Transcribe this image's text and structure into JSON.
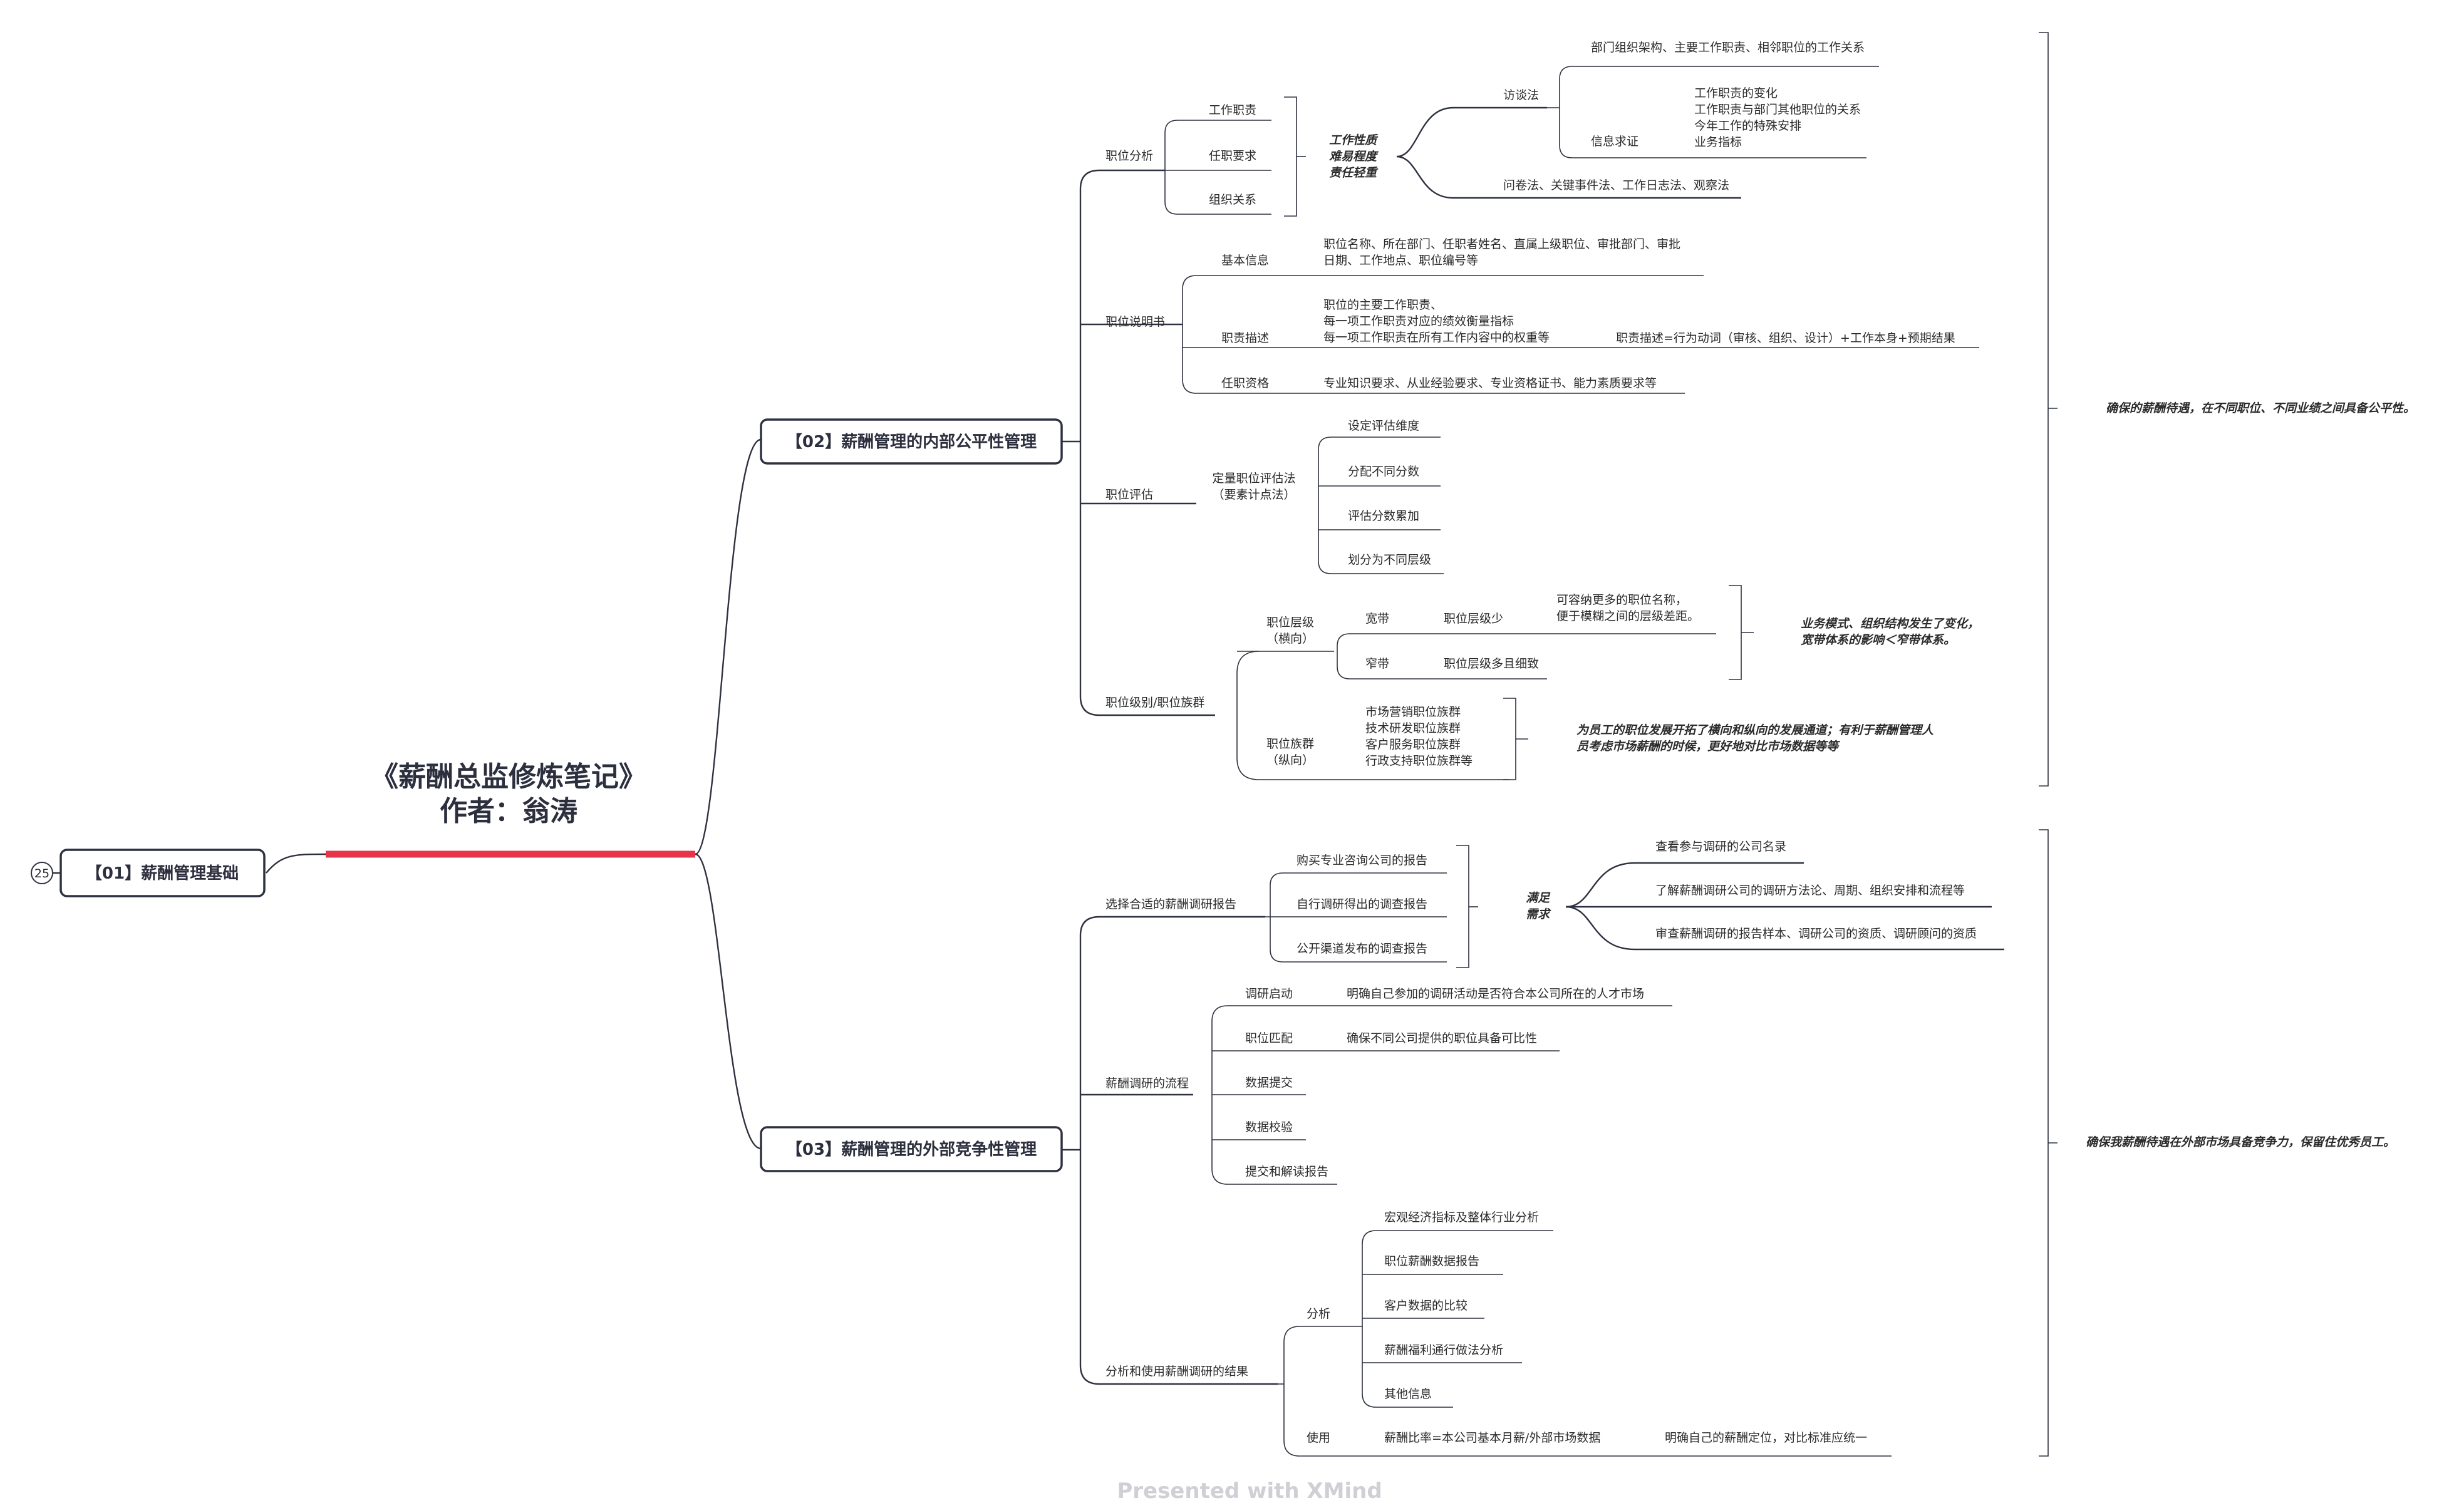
{
  "root": {
    "line1": "《薪酬总监修炼笔记》",
    "line2": "作者：翁涛"
  },
  "collapsed_count": "25",
  "b01": "【01】薪酬管理基础",
  "b02": "【02】薪酬管理的内部公平性管理",
  "b03": "【03】薪酬管理的外部竞争性管理",
  "watermark": "Presented with XMind",
  "s02": {
    "summary": "确保的薪酬待遇，在不同职位、不同业绩之间具备公平性。",
    "job_analysis": {
      "label": "职位分析",
      "items": [
        "工作职责",
        "任职要求",
        "组织关系"
      ],
      "focus": [
        "工作性质",
        "难易程度",
        "责任轻重"
      ],
      "interview": "访谈法",
      "interview_detail": "部门组织架构、主要工作职责、相邻职位的工作关系",
      "info_seek": "信息求证",
      "info_items": [
        "工作职责的变化",
        "工作职责与部门其他职位的关系",
        "今年工作的特殊安排",
        "业务指标"
      ],
      "other_methods": "问卷法、关键事件法、工作日志法、观察法"
    },
    "job_desc": {
      "label": "职位说明书",
      "basic": "基本信息",
      "basic_detail": [
        "职位名称、所在部门、任职者姓名、直属上级职位、审批部门、审批",
        "日期、工作地点、职位编号等"
      ],
      "duty": "职责描述",
      "duty_detail": [
        "职位的主要工作职责、",
        "每一项工作职责对应的绩效衡量指标",
        "每一项工作职责在所有工作内容中的权重等"
      ],
      "duty_formula": "职责描述=行为动词（审核、组织、设计）+工作本身+预期结果",
      "qual": "任职资格",
      "qual_detail": "专业知识要求、从业经验要求、专业资格证书、能力素质要求等"
    },
    "job_eval": {
      "label": "职位评估",
      "method": [
        "定量职位评估法",
        "（要素计点法）"
      ],
      "steps": [
        "设定评估维度",
        "分配不同分数",
        "评估分数累加",
        "划分为不同层级"
      ]
    },
    "job_level": {
      "label": "职位级别/职位族群",
      "horizontal": [
        "职位层级",
        "（横向）"
      ],
      "wide": "宽带",
      "wide_detail": "职位层级少",
      "wide_note": [
        "可容纳更多的职位名称，",
        "便于模糊之间的层级差距。"
      ],
      "narrow": "窄带",
      "narrow_detail": "职位层级多且细致",
      "band_note": [
        "业务模式、组织结构发生了变化，",
        "宽带体系的影响＜窄带体系。"
      ],
      "vertical": [
        "职位族群",
        "（纵向）"
      ],
      "families": [
        "市场营销职位族群",
        "技术研发职位族群",
        "客户服务职位族群",
        "行政支持职位族群等"
      ],
      "family_note": [
        "为员工的职位发展开拓了横向和纵向的发展通道；有利于薪酬管理人",
        "员考虑市场薪酬的时候，更好地对比市场数据等等"
      ]
    }
  },
  "s03": {
    "summary": "确保我薪酬待遇在外部市场具备竞争力，保留住优秀员工。",
    "choose": {
      "label": "选择合适的薪酬调研报告",
      "items": [
        "购买专业咨询公司的报告",
        "自行调研得出的调查报告",
        "公开渠道发布的调查报告"
      ],
      "need": [
        "满足",
        "需求"
      ],
      "needs": [
        "查看参与调研的公司名录",
        "了解薪酬调研公司的调研方法论、周期、组织安排和流程等",
        "审查薪酬调研的报告样本、调研公司的资质、调研顾问的资质"
      ]
    },
    "process": {
      "label": "薪酬调研的流程",
      "steps": [
        "调研启动",
        "职位匹配",
        "数据提交",
        "数据校验",
        "提交和解读报告"
      ],
      "step1_detail": "明确自己参加的调研活动是否符合本公司所在的人才市场",
      "step2_detail": "确保不同公司提供的职位具备可比性"
    },
    "use": {
      "label": "分析和使用薪酬调研的结果",
      "analysis": "分析",
      "analysis_items": [
        "宏观经济指标及整体行业分析",
        "职位薪酬数据报告",
        "客户数据的比较",
        "薪酬福利通行做法分析",
        "其他信息"
      ],
      "usage": "使用",
      "usage_formula": "薪酬比率=本公司基本月薪/外部市场数据",
      "usage_detail": "明确自己的薪酬定位，对比标准应统一"
    }
  }
}
